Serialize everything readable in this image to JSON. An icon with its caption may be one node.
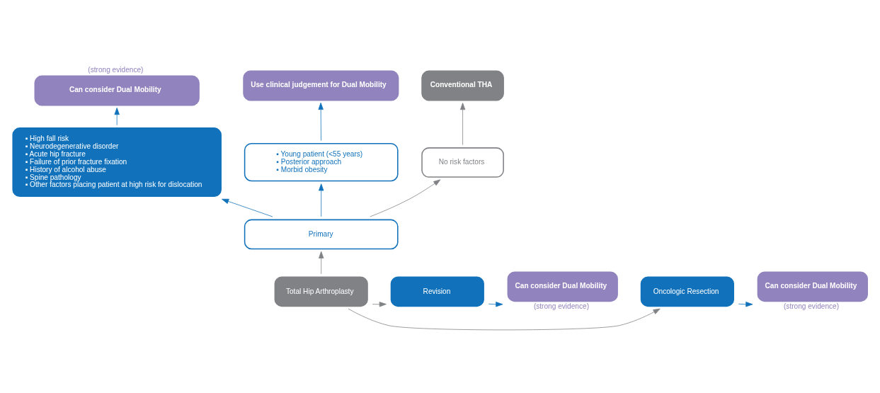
{
  "diagram": {
    "nodes": [
      {
        "text": [
          "Can consider Dual Mobility"
        ],
        "beside": [
          "(strong evidence)"
        ]
      },
      {
        "text": [
          "Use clinical judgement for Dual Mobility"
        ]
      },
      {
        "text": [
          "Conventional THA"
        ]
      },
      {
        "text": [
          "▪ High fall risk",
          "▪ Neurodegenerative disorder",
          "▪ Acute hip fracture",
          "▪ Failure of prior fracture fixation",
          "▪ History of alcohol abuse",
          "▪ Spine pathology",
          "▪ Other factors placing patient at high risk for dislocation"
        ]
      },
      {
        "text": [
          "▪ Young patient (<55 years)",
          "▪ Posterior approach",
          "▪ Morbid obesity"
        ]
      },
      {
        "text": [
          "No risk factors"
        ]
      },
      {
        "text": [
          "Primary"
        ]
      },
      {
        "text": [
          "Can consider Dual Mobility"
        ],
        "beside": [
          "(strong evidence)"
        ]
      },
      {
        "text": [
          "Oncologic Resection"
        ]
      },
      {
        "text": [
          "Total Hip Arthroplasty"
        ]
      },
      {
        "text": [
          "Revision"
        ]
      },
      {
        "text": [
          "Can consider Dual Mobility"
        ],
        "beside": [
          "(strong evidence)"
        ]
      }
    ],
    "edges": [
      {
        "from": 9,
        "to": 6,
        "arrow": "to",
        "color": "#808285"
      },
      {
        "from": 6,
        "to": 4,
        "arrow": "to"
      },
      {
        "from": 6,
        "to": 5,
        "arrow": "to",
        "color": "#808285"
      },
      {
        "from": 6,
        "to": 3,
        "arrow": "to"
      },
      {
        "from": 3,
        "to": 0,
        "arrow": "to"
      },
      {
        "from": 4,
        "to": 1,
        "arrow": "to"
      },
      {
        "from": 5,
        "to": 2,
        "arrow": "to",
        "color": "#808285"
      },
      {
        "from": 9,
        "to": 8,
        "arrow": "to",
        "color": "#808285"
      },
      {
        "from": 8,
        "to": 7,
        "arrow": "to"
      },
      {
        "from": 9,
        "to": 10,
        "arrow": "to",
        "color": "#808285"
      },
      {
        "from": 10,
        "to": 11,
        "arrow": "to"
      }
    ]
  }
}
